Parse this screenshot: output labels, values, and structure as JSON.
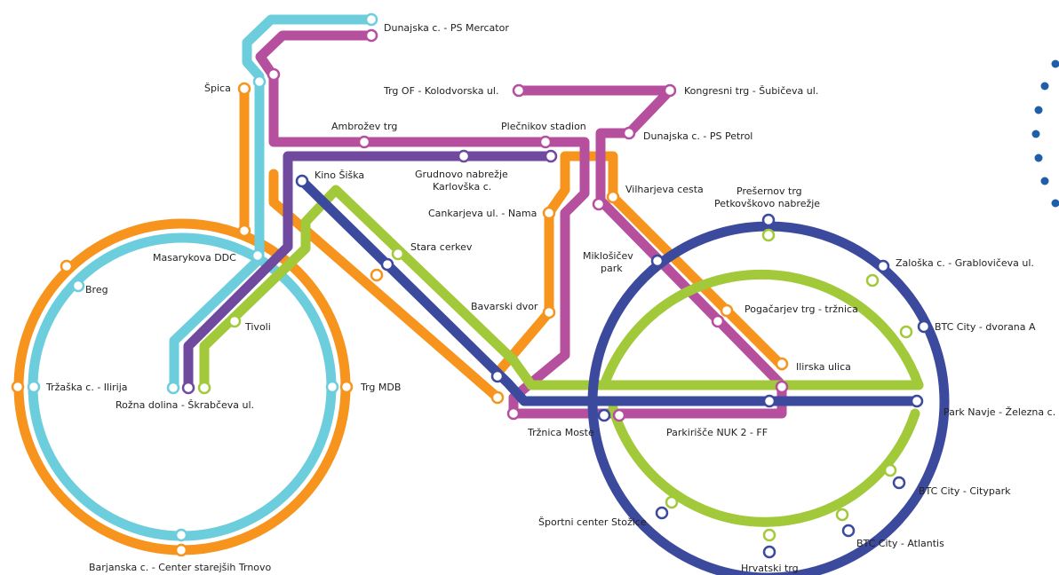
{
  "lines": [
    {
      "id": "orange",
      "color": "#f7941d"
    },
    {
      "id": "cyan",
      "color": "#6ccddc"
    },
    {
      "id": "magenta",
      "color": "#b6509e"
    },
    {
      "id": "purple",
      "color": "#6f4a9e"
    },
    {
      "id": "navy",
      "color": "#3c4a9e"
    },
    {
      "id": "green",
      "color": "#a2c93a"
    }
  ],
  "decoration_color": "#1f5fa8",
  "stations": {
    "dunajska_mercator": "Dunajska c. - PS Mercator",
    "spica": "Špica",
    "trg_of": "Trg OF - Kolodvorska ul.",
    "kongresni_trg": "Kongresni trg - Šubičeva ul.",
    "ambrozev_trg": "Ambrožev trg",
    "plecnikov_stadion": "Plečnikov stadion",
    "dunajska_petrol": "Dunajska c. - PS Petrol",
    "kino_siska": "Kino Šiška",
    "grudnovo_1": "Grudnovo nabrežje",
    "grudnovo_2": "Karlovška c.",
    "vilharjeva": "Vilharjeva cesta",
    "presernov_1": "Prešernov trg",
    "presernov_2": "Petkovškovo nabrežje",
    "cankarjeva": "Cankarjeva ul. - Nama",
    "stara_cerkev": "Stara cerkev",
    "masarykova": "Masarykova DDC",
    "miklosicev_1": "Miklošičev",
    "miklosicev_2": "park",
    "zaloska": "Zaloška c. - Grablovičeva ul.",
    "breg": "Breg",
    "pogacarjev": "Pogačarjev trg - tržnica",
    "tivoli": "Tivoli",
    "bavarski_dvor": "Bavarski dvor",
    "btc_dvorana": "BTC City - dvorana A",
    "ilirska": "Ilirska ulica",
    "trzaska": "Tržaška c. - Ilirija",
    "trg_mdb": "Trg MDB",
    "rozna_dolina": "Rožna dolina - Škrabčeva ul.",
    "park_navje": "Park Navje - Železna c.",
    "trznica_moste": "Tržnica Moste",
    "parkirisce_nuk": "Parkirišče NUK 2 - FF",
    "btc_citypark": "BTC City - Citypark",
    "sportni_center": "Športni center Stožice",
    "btc_atlantis": "BTC City - Atlantis",
    "barjanska": "Barjanska c. - Center starejših Trnovo",
    "hrvatski_trg": "Hrvatski trg"
  }
}
